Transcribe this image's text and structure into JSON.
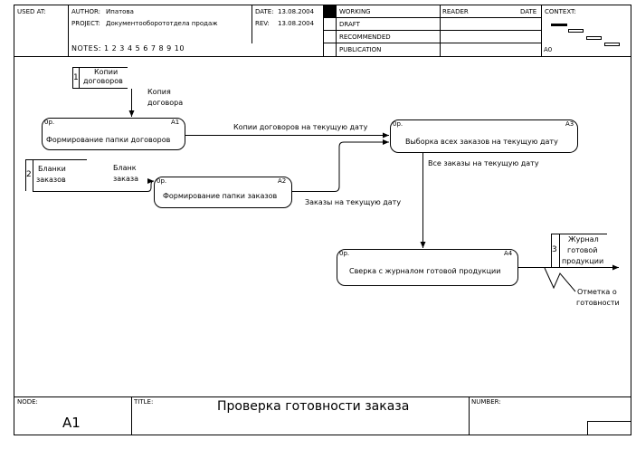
{
  "header": {
    "used_at": "USED AT:",
    "author_label": "AUTHOR:",
    "author": "Ипатова",
    "project_label": "PROJECT:",
    "project": "Документооборототдела продаж",
    "notes": "NOTES: 1 2 3 4 5 6 7 8 9 10",
    "date_label": "DATE:",
    "date": "13.08.2004",
    "rev_label": "REV:",
    "rev": "13.08.2004",
    "status": [
      "WORKING",
      "DRAFT",
      "RECOMMENDED",
      "PUBLICATION"
    ],
    "reader": "READER",
    "reader_date": "DATE",
    "context": "CONTEXT:",
    "context_node": "A0"
  },
  "diagram": {
    "boxes": [
      {
        "id": "A1",
        "cost": "0р.",
        "label": "Формирование папки договоров"
      },
      {
        "id": "A2",
        "cost": "0р.",
        "label": "Формирование папки заказов"
      },
      {
        "id": "A3",
        "cost": "0р.",
        "label": "Выборка всех заказов на текущую дату"
      },
      {
        "id": "A4",
        "cost": "0р.",
        "label": "Сверка с журналом готовой продукции"
      }
    ],
    "stores": [
      {
        "num": "1",
        "line1": "Копии",
        "line2": "договоров"
      },
      {
        "num": "2",
        "line1": "Бланки",
        "line2": "заказов"
      },
      {
        "num": "3",
        "line1": "Журнал",
        "line2": "готовой",
        "line3": "продукции"
      }
    ],
    "arrows": {
      "copy_contract_1": "Копия",
      "copy_contract_2": "договора",
      "blank_1": "Бланк",
      "blank_2": "заказа",
      "copies_today": "Копии договоров на текущую дату",
      "all_orders": "Все заказы на текущую дату",
      "orders_today": "Заказы на текущую дату",
      "mark_1": "Отметка о",
      "mark_2": "готовности"
    }
  },
  "footer": {
    "node_label": "NODE:",
    "node": "A1",
    "title_label": "TITLE:",
    "title": "Проверка готовности заказа",
    "number_label": "NUMBER:"
  }
}
